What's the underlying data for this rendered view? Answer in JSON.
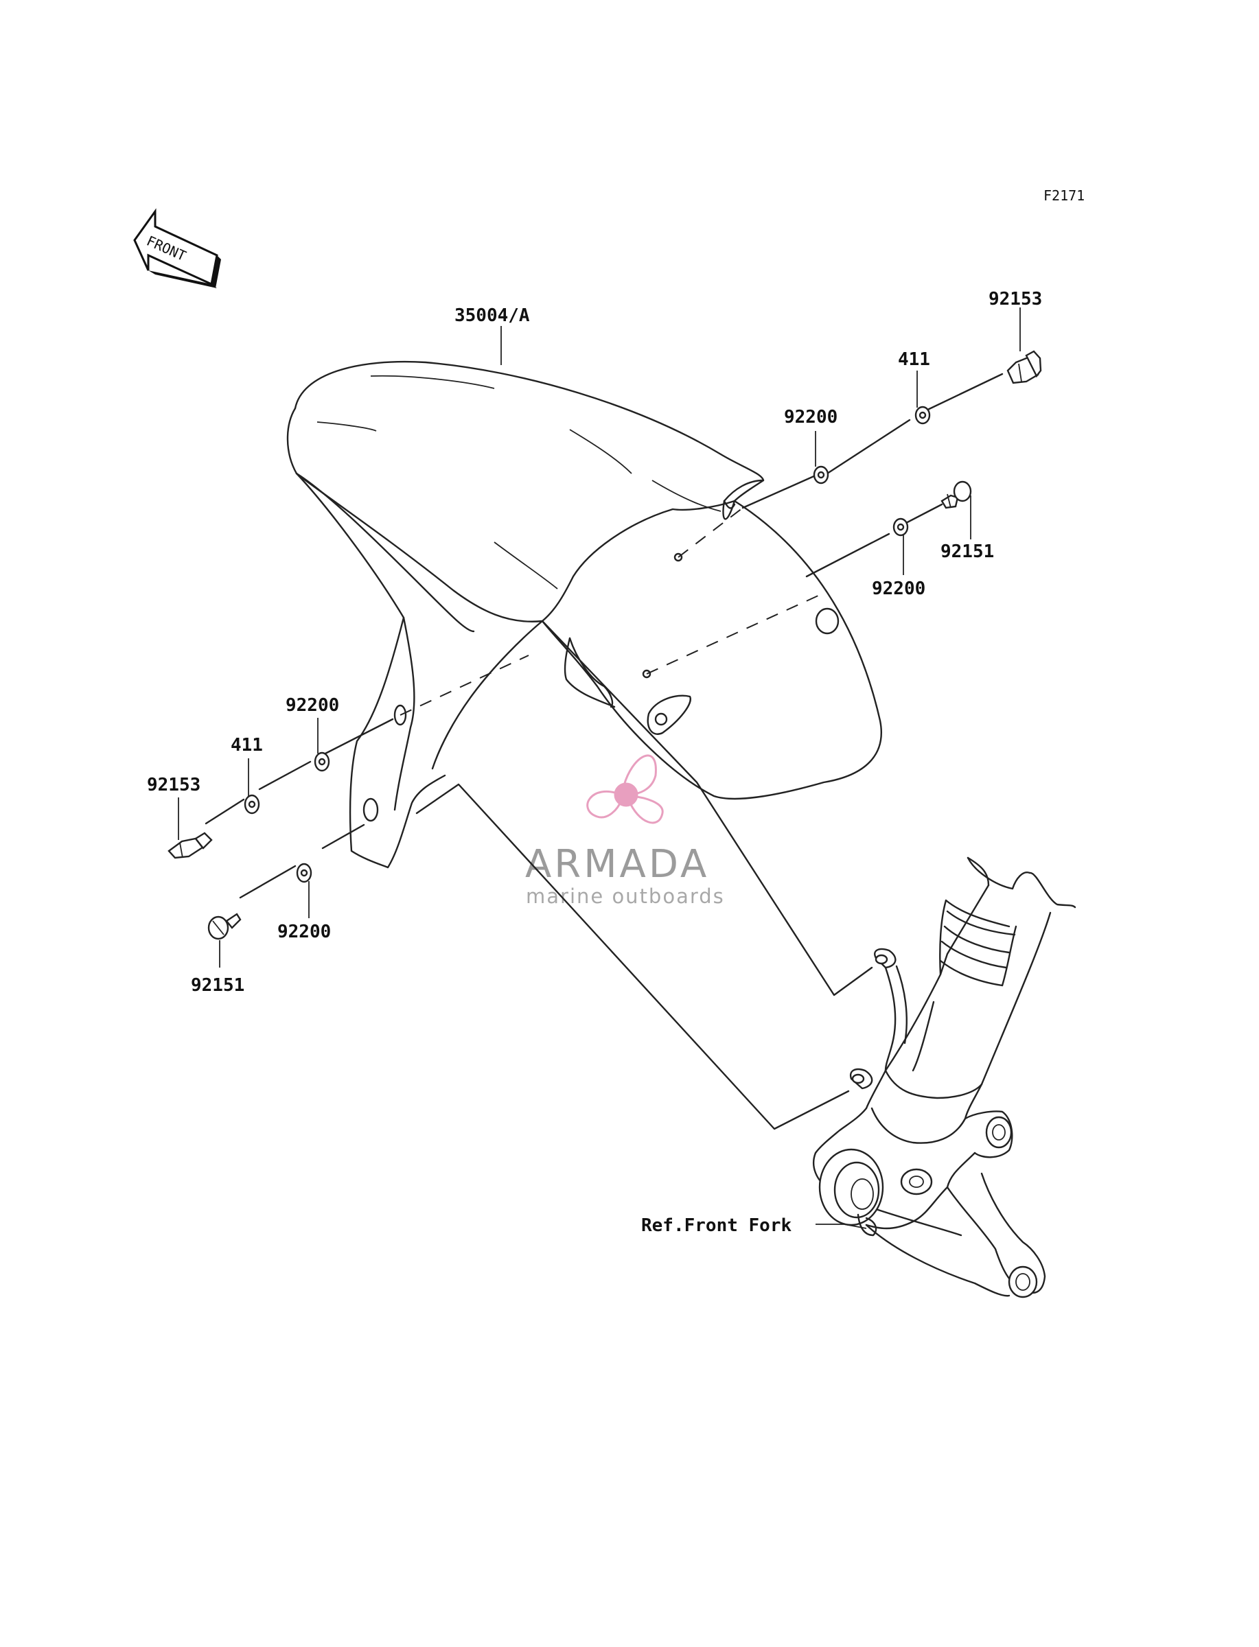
{
  "diagram_code": "F2171",
  "front_label": "FRONT",
  "parts": {
    "fender": "35004/A",
    "bolt_top_right": "92153",
    "washer_top_right": "411",
    "washer_upper_right_1": "92200",
    "bolt_right": "92151",
    "washer_upper_right_2": "92200",
    "washer_left_1": "92200",
    "washer_left_2": "411",
    "bolt_left": "92153",
    "washer_left_3": "92200",
    "bolt_left_low": "92151"
  },
  "reference": "Ref.Front Fork",
  "watermark": {
    "brand": "ARMADA",
    "tagline": "marine outboards",
    "brand_color": "#8a8a8a",
    "logo_color": "#e58fb4"
  }
}
